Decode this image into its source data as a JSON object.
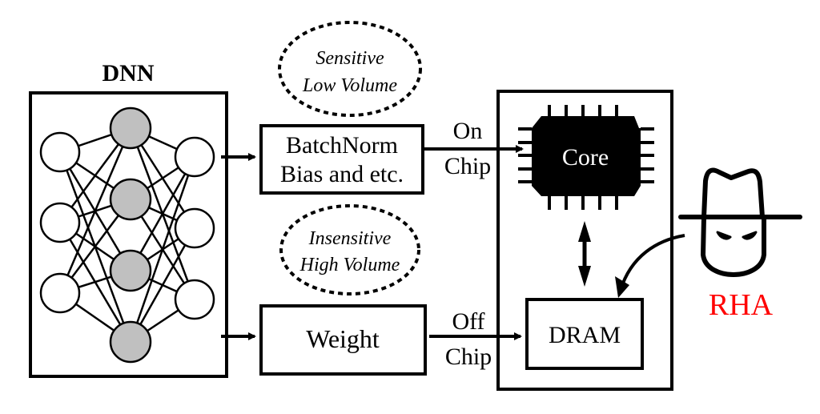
{
  "dnn": {
    "label": "DNN",
    "layers": [
      {
        "name": "input",
        "count": 3,
        "fill": "#ffffff"
      },
      {
        "name": "hidden",
        "count": 4,
        "fill": "#c0c0c0"
      },
      {
        "name": "output",
        "count": 3,
        "fill": "#ffffff"
      }
    ]
  },
  "sensitive_note": {
    "line1": "Sensitive",
    "line2": "Low Volume"
  },
  "insensitive_note": {
    "line1": "Insensitive",
    "line2": "High Volume"
  },
  "batchnorm_box": {
    "line1": "BatchNorm",
    "line2": "Bias and etc."
  },
  "weight_box": {
    "label": "Weight"
  },
  "on_chip_label": {
    "line1": "On",
    "line2": "Chip"
  },
  "off_chip_label": {
    "line1": "Off",
    "line2": "Chip"
  },
  "core": {
    "label": "Core"
  },
  "dram": {
    "label": "DRAM"
  },
  "attacker": {
    "label": "RHA",
    "icon": "hacker-icon",
    "color": "#ff0000"
  }
}
